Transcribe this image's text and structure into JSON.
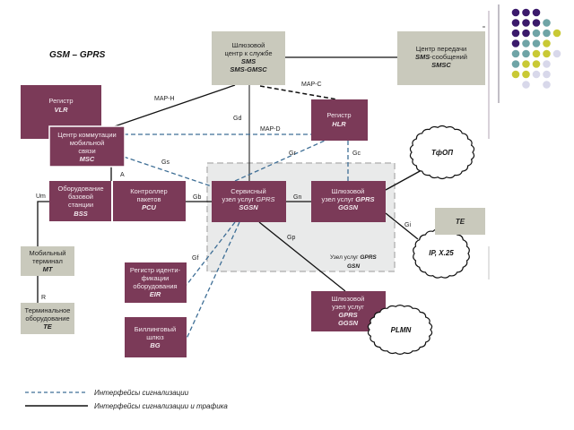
{
  "title": "GSM – GPRS",
  "colors": {
    "node": "#7b3a58",
    "external_node": "#c9c9bc",
    "signaling_line": "#3f6f96",
    "traffic_line": "#111111",
    "gsn_region": "#e9eaea",
    "accent_dots": [
      "#3b1a6b",
      "#6fa4a6",
      "#c9c935",
      "#d8d8ea"
    ]
  },
  "nodes": {
    "vlr": {
      "line1": "Регистр",
      "line2": "VLR"
    },
    "msc": {
      "line1": "Центр коммутации",
      "line2": "мобильной",
      "line3": "связи",
      "line4": "MSC"
    },
    "sms_gmsc": {
      "line1": "Шлюзовой",
      "line2": "центр к службе",
      "line3": "SMS",
      "line4": "SMS-GMSC"
    },
    "smsc": {
      "line1": "Центр передачи",
      "line2a": "SMS",
      "line2b": "-сообщений",
      "line3": "SMSC"
    },
    "hlr": {
      "line1": "Регистр",
      "line2": "HLR"
    },
    "bss": {
      "line1": "Оборудование",
      "line2": "базовой",
      "line3": "станции",
      "line4": "BSS"
    },
    "pcu": {
      "line1": "Контроллер",
      "line2": "пакетов",
      "line3": "PCU"
    },
    "sgsn": {
      "line1": "Сервисный",
      "line2a": "узел услуг ",
      "line2b": "GPRS",
      "line3": "SGSN"
    },
    "ggsn": {
      "line1": "Шлюзовой",
      "line2a": "узел услуг ",
      "line2b": "GPRS",
      "line3": "GGSN"
    },
    "mt": {
      "line1": "Мобильный",
      "line2": "терминал",
      "line3": "MT"
    },
    "te_left": {
      "line1": "Терминальное",
      "line2": "оборудование",
      "line3": "TE"
    },
    "eir": {
      "line1": "Регистр иденти-",
      "line2": "фикации",
      "line3": "оборудования",
      "line4": "EIR"
    },
    "bg": {
      "line1": "Биллинговый",
      "line2": "шлюз",
      "line3": "BG"
    },
    "ggsn_plmn": {
      "line1": "Шлюзовой",
      "line2": "узел услуг",
      "line3": "GPRS",
      "line4": "GGSN"
    },
    "te_right": {
      "line1": "TE"
    }
  },
  "gsn_region": {
    "line1a": "Узел услуг ",
    "line1b": "GPRS",
    "line2": "GSN"
  },
  "clouds": {
    "pstn": "ТфОП",
    "ip": "IP, X.25",
    "plmn": "PLMN"
  },
  "interfaces": {
    "map_h": "MAP-H",
    "map_c": "MAP-C",
    "map_d": "MAP-D",
    "gd": "Gd",
    "gs": "Gs",
    "gr": "Gr",
    "gc": "Gc",
    "a": "A",
    "um": "Um",
    "gb": "Gb",
    "gn": "Gn",
    "gp": "Gp",
    "gi": "Gi",
    "gf": "Gf",
    "r": "R"
  },
  "legend": {
    "signaling": "Интерфейсы сигнализации",
    "signaling_traffic": "Интерфейсы сигнализации и трафика"
  }
}
